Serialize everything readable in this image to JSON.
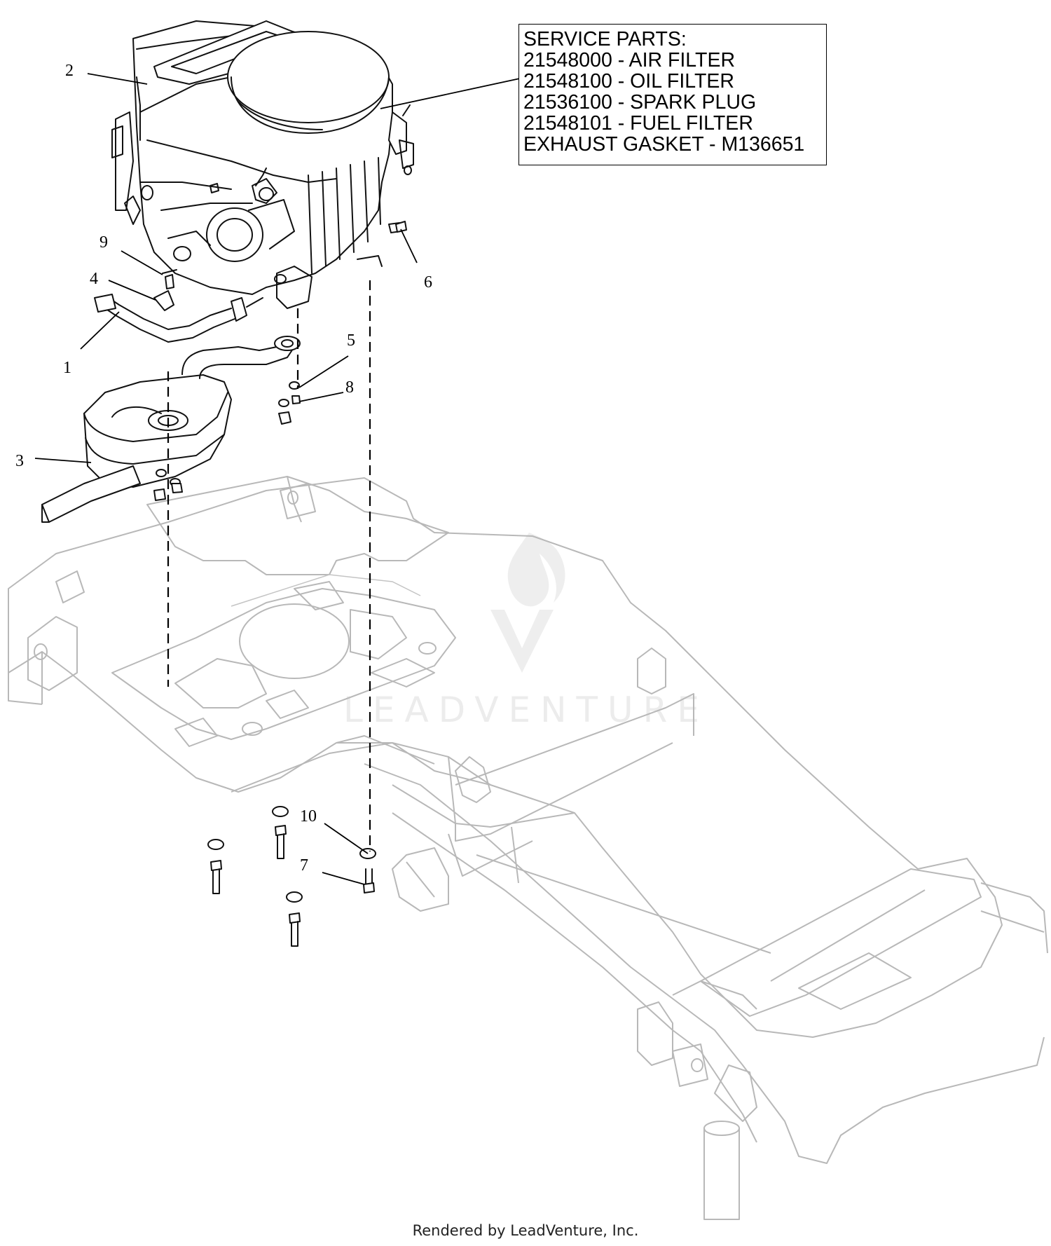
{
  "service_parts": {
    "heading": "SERVICE PARTS:",
    "lines": [
      "21548000 - AIR FILTER",
      "21548100 - OIL FILTER",
      "21536100 - SPARK PLUG",
      "21548101 - FUEL FILTER",
      "EXHAUST GASKET - M136651"
    ]
  },
  "callouts": [
    "1",
    "2",
    "3",
    "4",
    "5",
    "6",
    "7",
    "8",
    "9",
    "10"
  ],
  "watermark": "LEADVENTURE",
  "footer": "Rendered by LeadVenture, Inc.",
  "colors": {
    "ink": "#000000",
    "frame_gray": "#b8b8b8",
    "watermark_gray": "#ececec"
  }
}
